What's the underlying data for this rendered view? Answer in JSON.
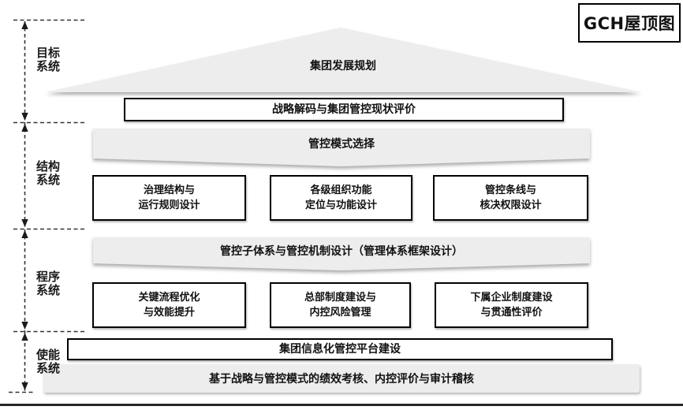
{
  "title": "GCH屋顶图",
  "sections": [
    {
      "id": "goal",
      "lines": [
        "目标",
        "系统"
      ]
    },
    {
      "id": "structure",
      "lines": [
        "结构",
        "系统"
      ]
    },
    {
      "id": "procedure",
      "lines": [
        "程序",
        "系统"
      ]
    },
    {
      "id": "enable",
      "lines": [
        "使能",
        "系统"
      ]
    }
  ],
  "goal": {
    "roof": "集团发展规划",
    "bar": "战略解码与集团管控现状评价"
  },
  "structure": {
    "band": "管控模式选择",
    "boxes": [
      {
        "lines": [
          "治理结构与",
          "运行规则设计"
        ]
      },
      {
        "lines": [
          "各级组织功能",
          "定位与功能设计"
        ]
      },
      {
        "lines": [
          "管控条线与",
          "核决权限设计"
        ]
      }
    ]
  },
  "procedure": {
    "band": "管控子体系与管控机制设计（管理体系框架设计）",
    "boxes": [
      {
        "lines": [
          "关键流程优化",
          "与效能提升"
        ]
      },
      {
        "lines": [
          "总部制度建设与",
          "内控风险管理"
        ]
      },
      {
        "lines": [
          "下属企业制度建设",
          "与贯通性评价"
        ]
      }
    ]
  },
  "enable": {
    "bar": "集团信息化管控平台建设",
    "gray_bar": "基于战略与管控模式的绩效考核、内控评价与审计稽核"
  },
  "colors": {
    "shape_fill": "#ededed",
    "box_border": "#000000",
    "dashed_line": "#333333",
    "footer_rule": "#262626",
    "text": "#111111"
  }
}
